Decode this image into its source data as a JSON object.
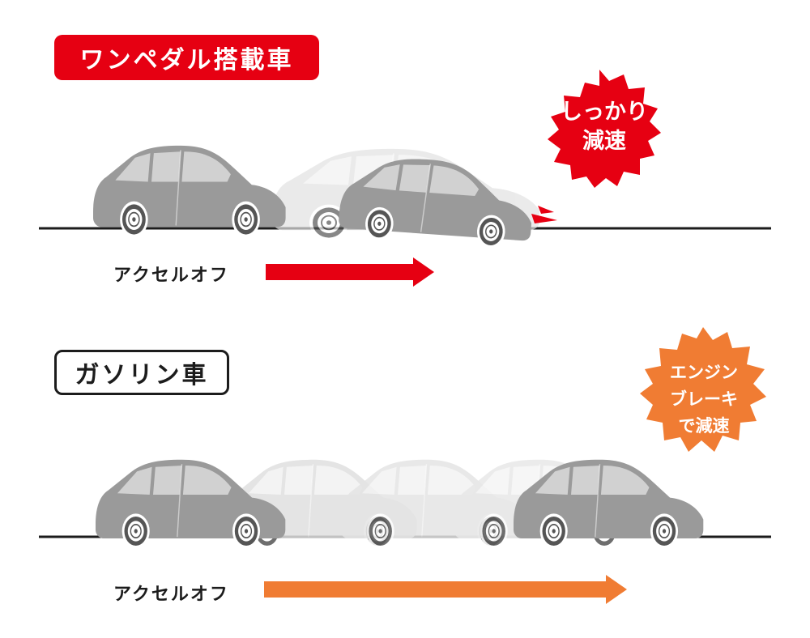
{
  "top_section": {
    "title": "ワンペダル搭載車",
    "burst_line1": "しっかり",
    "burst_line2": "減速",
    "arrow_label": "アクセルオフ",
    "accent_color": "#e60012"
  },
  "bottom_section": {
    "title": "ガソリン車",
    "burst_line1": "エンジン",
    "burst_line2": "ブレーキ",
    "burst_line3": "で減速",
    "arrow_label": "アクセルオフ",
    "accent_color": "#f07c33"
  },
  "car_color": "#9a9a9a"
}
